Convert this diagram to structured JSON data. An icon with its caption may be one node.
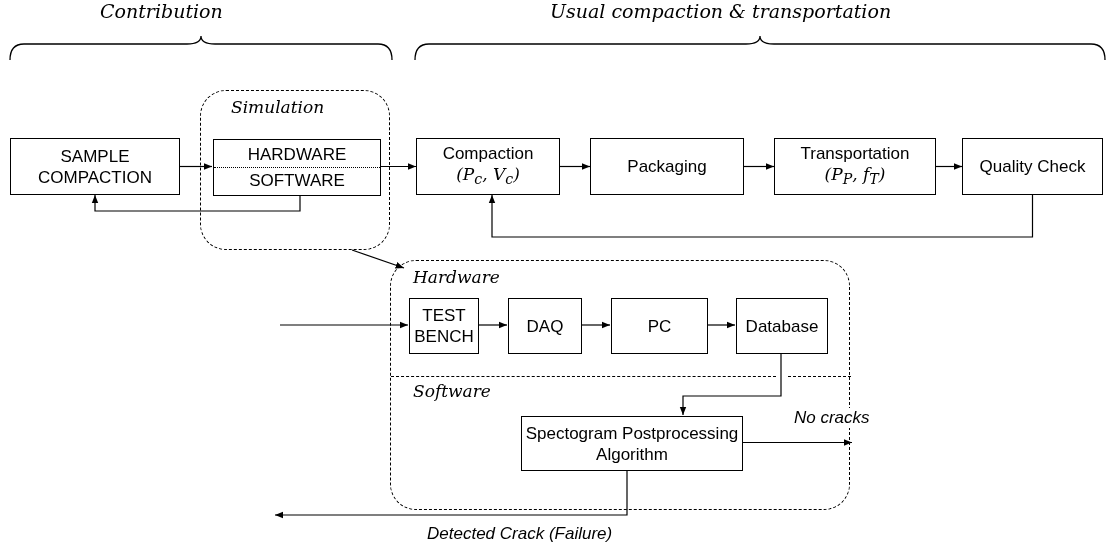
{
  "diagram": {
    "nodes": [
      {
        "text": [
          "SAMPLE COMPACTION"
        ]
      },
      {
        "text": [
          "Simulation"
        ]
      },
      {
        "text": [
          "HARDWARE",
          "SOFTWARE"
        ],
        "in": 1
      },
      {
        "text": [
          "Compaction",
          "(P$_{c}$, V$_{c}$)"
        ]
      },
      {
        "text": [
          "Packaging"
        ]
      },
      {
        "text": [
          "Transportation",
          "(P$_{P}$, f$_{T}$)"
        ]
      },
      {
        "text": [
          "Quality Check"
        ]
      },
      {
        "text": [
          "Hardware",
          "Software"
        ]
      },
      {
        "text": [
          "TEST BENCH"
        ],
        "in": 7
      },
      {
        "text": [
          "DAQ"
        ],
        "in": 7
      },
      {
        "text": [
          "PC"
        ],
        "in": 7
      },
      {
        "text": [
          "Database"
        ],
        "in": 7
      },
      {
        "text": [
          "Spectogram Postprocessing Algorithm"
        ],
        "in": 7
      }
    ],
    "edges": [
      {
        "from": 0,
        "to": 2,
        "arrow": "to"
      },
      {
        "from": 2,
        "to": 0,
        "arrow": "to"
      },
      {
        "from": 2,
        "to": 3,
        "arrow": "to"
      },
      {
        "from": 3,
        "to": 4,
        "arrow": "to"
      },
      {
        "from": 4,
        "to": 5,
        "arrow": "to"
      },
      {
        "from": 5,
        "to": 6,
        "arrow": "to"
      },
      {
        "from": 6,
        "to": 3,
        "arrow": "to"
      },
      {
        "from": 1,
        "to": 7,
        "arrow": "to"
      },
      {
        "from": null,
        "to": 8,
        "arrow": "to"
      },
      {
        "from": 8,
        "to": 9,
        "arrow": "to"
      },
      {
        "from": 9,
        "to": 10,
        "arrow": "to"
      },
      {
        "from": 10,
        "to": 11,
        "arrow": "to"
      },
      {
        "from": 11,
        "to": 12,
        "arrow": "to"
      },
      {
        "from": 12,
        "to": null,
        "arrow": "to",
        "label": "No cracks"
      },
      {
        "from": 12,
        "to": null,
        "arrow": "to",
        "label": "Detected Crack (Failure)"
      }
    ],
    "labels": [
      "Contribution",
      "Usual compaction & transportation"
    ]
  }
}
